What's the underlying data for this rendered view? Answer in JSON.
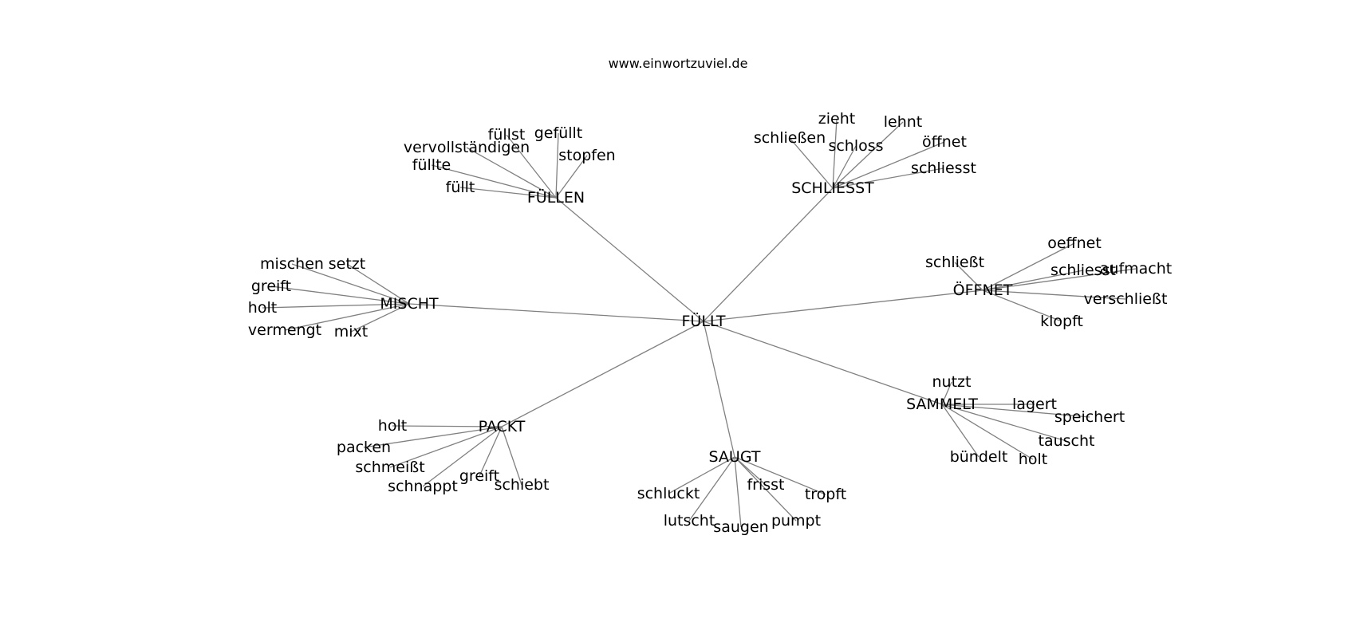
{
  "header": {
    "site_url": "www.einwortzuviel.de"
  },
  "graph": {
    "center": "FÜLLT",
    "clusters": [
      {
        "hub": "FÜLLEN",
        "leaves": [
          "füllst",
          "gefüllt",
          "vervollständigen",
          "stopfen",
          "füllte",
          "füllt"
        ]
      },
      {
        "hub": "SCHLIESST",
        "leaves": [
          "zieht",
          "lehnt",
          "schließen",
          "schloss",
          "öffnet",
          "schliesst"
        ]
      },
      {
        "hub": "ÖFFNET",
        "leaves": [
          "oeffnet",
          "schließt",
          "schliesst",
          "aufmacht",
          "verschließt",
          "klopft"
        ]
      },
      {
        "hub": "MISCHT",
        "leaves": [
          "mischen",
          "setzt",
          "greift",
          "holt",
          "vermengt",
          "mixt"
        ]
      },
      {
        "hub": "SAMMELT",
        "leaves": [
          "nutzt",
          "lagert",
          "speichert",
          "tauscht",
          "bündelt",
          "holt"
        ]
      },
      {
        "hub": "PACKT",
        "leaves": [
          "holt",
          "packen",
          "schmeißt",
          "greift",
          "schnappt",
          "schiebt"
        ]
      },
      {
        "hub": "SAUGT",
        "leaves": [
          "frisst",
          "schluckt",
          "tropft",
          "lutscht",
          "pumpt",
          "saugen"
        ]
      }
    ]
  }
}
